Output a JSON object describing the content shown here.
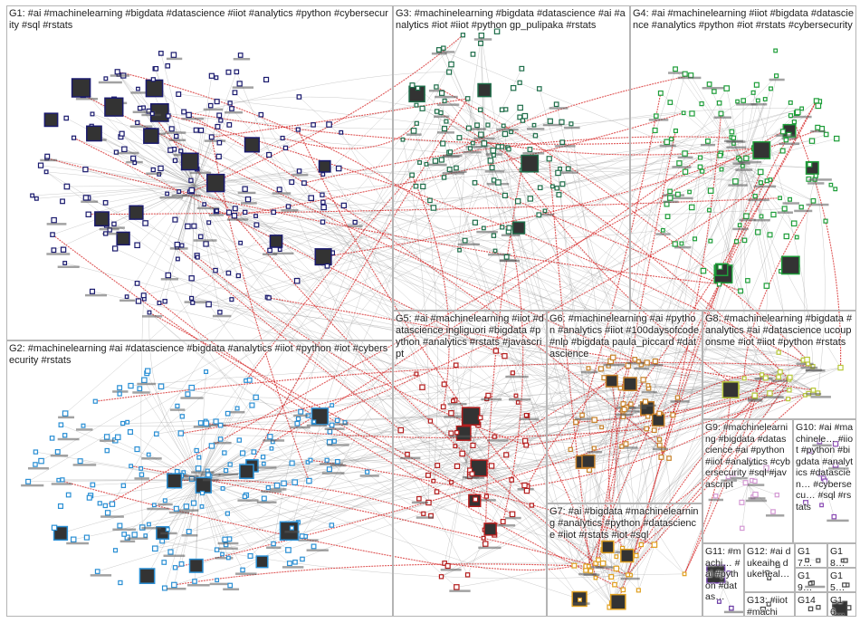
{
  "graph": {
    "background": "#ffffff",
    "edge_color": "#8c8c8c",
    "cross_edge_color": "#d42020",
    "panel_border": "#b4b4b4"
  },
  "groups": [
    {
      "id": "G1",
      "label": "G1: #ai #machinelearning #bigdata #datascience #iiot #analytics #python #cybersecurity #sql #rstats",
      "color": "#1a1a6e"
    },
    {
      "id": "G2",
      "label": "G2: #machinelearning #ai #datascience #bigdata #analytics #iiot #python #iot #cybersecurity #rstats",
      "color": "#2a8fd4"
    },
    {
      "id": "G3",
      "label": "G3: #machinelearning #bigdata #datascience #ai #analytics #iot #iiot #python gp_pulipaka #rstats",
      "color": "#1f6e4a"
    },
    {
      "id": "G4",
      "label": "G4: #ai #machinelearning #iiot #bigdata #datascience #analytics #python #iot #rstats #cybersecurity",
      "color": "#1f9e3a"
    },
    {
      "id": "G5",
      "label": "G5: #ai #machinelearning #iiot #datascience ingliguori #bigdata #python #analytics #rstats #javascript",
      "color": "#b41e1e"
    },
    {
      "id": "G6",
      "label": "G6: #machinelearning #ai #python #analytics #iiot #100daysofcode #nlp #bigdata paula_piccard #datascience",
      "color": "#c8822a"
    },
    {
      "id": "G7",
      "label": "G7: #ai #bigdata #machinelearning #analytics #python #datascience #iiot #rstats #iot #sql",
      "color": "#e0a020"
    },
    {
      "id": "G8",
      "label": "G8: #machinelearning #bigdata #analytics #ai #datascience ucouponsme #iot #iiot #python #rstats",
      "color": "#b8c83a"
    },
    {
      "id": "G9",
      "label": "G9: #machinelearning #bigdata #datascience #ai #python #iiot #analytics #cybersecurity #sql #javascript",
      "color": "#d49ad4"
    },
    {
      "id": "G10",
      "label": "G10: #ai #machinele… #iiot #python #bigdata #analytics #datascien… #cybersecu… #sql #rstats",
      "color": "#8a4ab4"
    },
    {
      "id": "G11",
      "label": "G11: #machi… #ai #python #datas…",
      "color": "#6a3aa4"
    },
    {
      "id": "G12",
      "label": "G12: #ai dukeaihe dukeheal…",
      "color": "#4a4a4a"
    },
    {
      "id": "G13",
      "label": "G13: #iiot #machin…",
      "color": "#4a4a4a"
    },
    {
      "id": "G14",
      "label": "G14",
      "color": "#4a4a4a"
    },
    {
      "id": "G15",
      "label": "G15…",
      "color": "#4a4a4a"
    },
    {
      "id": "G16",
      "label": "G16…",
      "color": "#4a4a4a"
    },
    {
      "id": "G17",
      "label": "G17…",
      "color": "#4a4a4a"
    },
    {
      "id": "G18",
      "label": "G18…",
      "color": "#4a4a4a"
    },
    {
      "id": "G19",
      "label": "G19…",
      "color": "#4a4a4a"
    }
  ]
}
